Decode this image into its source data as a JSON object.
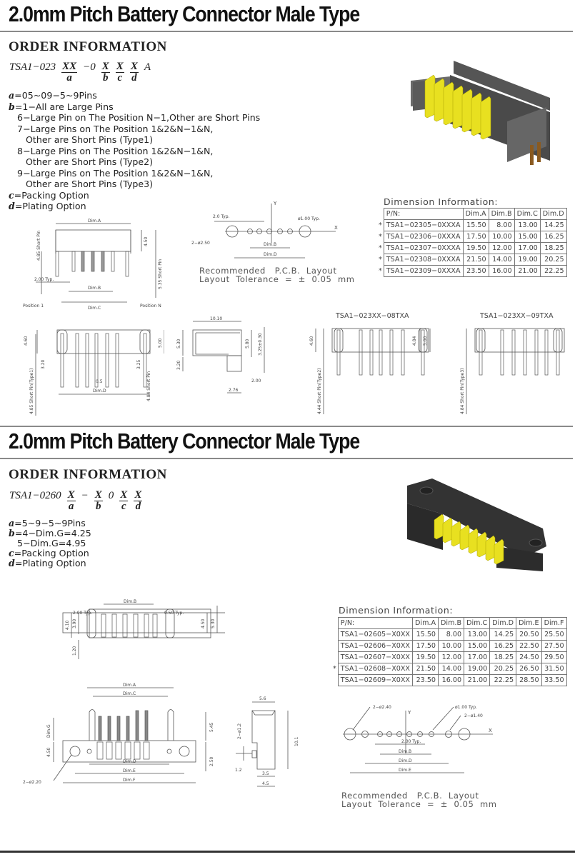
{
  "sections": [
    {
      "title": "2.0mm Pitch Battery Connector Male Type",
      "order_heading": "ORDER INFORMATION",
      "part_number": {
        "prefix": "TSA1−023",
        "parts": [
          {
            "value": "XX",
            "key": "a"
          },
          {
            "sep": "−0"
          },
          {
            "value": "X",
            "key": "b"
          },
          {
            "value": "X",
            "key": "c"
          },
          {
            "value": "X",
            "key": "d"
          },
          {
            "sep": "A"
          }
        ],
        "sep1": "−0",
        "suffix": "A"
      },
      "options": [
        {
          "key": "a",
          "text": "=05~09−5~9Pins"
        },
        {
          "key": "b",
          "text": "=1−All are Large Pins"
        },
        {
          "key": "",
          "text": "   6−Large Pin on The Position N−1,Other are Short Pins"
        },
        {
          "key": "",
          "text": "   7−Large Pins on The Position 1&2&N−1&N,"
        },
        {
          "key": "",
          "text": "      Other are Short Pins (Type1)"
        },
        {
          "key": "",
          "text": "   8−Large Pins on The Position 1&2&N−1&N,"
        },
        {
          "key": "",
          "text": "      Other are Short Pins (Type2)"
        },
        {
          "key": "",
          "text": "   9−Large Pins on The Position 1&2&N−1&N,"
        },
        {
          "key": "",
          "text": "      Other are Short Pins (Type3)"
        },
        {
          "key": "c",
          "text": "=Packing Option"
        },
        {
          "key": "d",
          "text": "=Plating Option"
        }
      ],
      "dimension_info": {
        "title": "Dimension Information:",
        "headers": [
          "P/N:",
          "Dim.A",
          "Dim.B",
          "Dim.C",
          "Dim.D"
        ],
        "rows": [
          {
            "star": "*",
            "cells": [
              "TSA1−02305−0XXXA",
              "15.50",
              "8.00",
              "13.00",
              "14.25"
            ]
          },
          {
            "star": "*",
            "cells": [
              "TSA1−02306−0XXXA",
              "17.50",
              "10.00",
              "15.00",
              "16.25"
            ]
          },
          {
            "star": "*",
            "cells": [
              "TSA1−02307−0XXXA",
              "19.50",
              "12.00",
              "17.00",
              "18.25"
            ]
          },
          {
            "star": "*",
            "cells": [
              "TSA1−02308−0XXXA",
              "21.50",
              "14.00",
              "19.00",
              "20.25"
            ]
          },
          {
            "star": "*",
            "cells": [
              "TSA1−02309−0XXXA",
              "23.50",
              "16.00",
              "21.00",
              "22.25"
            ]
          }
        ]
      },
      "pcb_note": {
        "line1": "Recommended   P.C.B.  Layout",
        "line2": "Layout  Tolerance  =  ±  0.05  mm"
      },
      "drawing_labels": {
        "front": {
          "dim_a": "Dim.A",
          "dim_b": "Dim.B",
          "dim_c": "Dim.C",
          "short_pin_left": "4.85  Short  Pin",
          "h450": "4.50",
          "short_pin_right": "5.35  Short  Pin",
          "pitch": "2.00  Typ.",
          "pos1": "Position  1",
          "posn": "Position  N"
        },
        "pcb": {
          "pitch": "2.0  Typ.",
          "hole": "ø1.00  Typ.",
          "mount": "2−ø2.50",
          "dim_b": "Dim.B",
          "dim_d": "Dim.D",
          "x": "X",
          "y": "Y"
        },
        "type1": {
          "h460": "4.60",
          "h500": "5.00",
          "h320": "3.20",
          "h325": "3.25",
          "w05": "0.5",
          "dim_d": "Dim.D",
          "short_type1": "4.85  Short  Pin(Type1)",
          "short_484": "4.84  Short  Pin"
        },
        "side": {
          "w1010": "10.10",
          "h530": "5.30",
          "h580": "5.80",
          "h325": "3.25±0.30",
          "h320": "3.20",
          "w200": "2.00",
          "w276": "2.76"
        },
        "type2": {
          "title": "TSA1−023XX−08TXA",
          "h460": "4.60",
          "h484": "4.84",
          "h500": "5.00",
          "short": "4.44  Short  Pin(Type2)"
        },
        "type3": {
          "title": "TSA1−023XX−09TXA",
          "short": "4.84  Short  Pin(Type3)"
        }
      }
    },
    {
      "title": "2.0mm Pitch Battery Connector Male Type",
      "order_heading": "ORDER INFORMATION",
      "part_number": {
        "prefix": "TSA1−0260",
        "a": {
          "value": "X",
          "key": "a"
        },
        "sep1": "−",
        "b": {
          "value": "X",
          "key": "b"
        },
        "sep2": "0",
        "c": {
          "value": "X",
          "key": "c"
        },
        "d": {
          "value": "X",
          "key": "d"
        }
      },
      "options": [
        {
          "key": "a",
          "text": "=5~9−5~9Pins"
        },
        {
          "key": "b",
          "text": "=4−Dim.G=4.25"
        },
        {
          "key": "",
          "text": "   5−Dim.G=4.95"
        },
        {
          "key": "c",
          "text": "=Packing Option"
        },
        {
          "key": "d",
          "text": "=Plating Option"
        }
      ],
      "dimension_info": {
        "title": "Dimension Information:",
        "headers": [
          "P/N:",
          "Dim.A",
          "Dim.B",
          "Dim.C",
          "Dim.D",
          "Dim.E",
          "Dim.F"
        ],
        "rows": [
          {
            "star": "",
            "cells": [
              "TSA1−02605−X0XX",
              "15.50",
              "8.00",
              "13.00",
              "14.25",
              "20.50",
              "25.50"
            ]
          },
          {
            "star": "",
            "cells": [
              "TSA1−02606−X0XX",
              "17.50",
              "10.00",
              "15.00",
              "16.25",
              "22.50",
              "27.50"
            ]
          },
          {
            "star": "",
            "cells": [
              "TSA1−02607−X0XX",
              "19.50",
              "12.00",
              "17.00",
              "18.25",
              "24.50",
              "29.50"
            ]
          },
          {
            "star": "*",
            "cells": [
              "TSA1−02608−X0XX",
              "21.50",
              "14.00",
              "19.00",
              "20.25",
              "26.50",
              "31.50"
            ]
          },
          {
            "star": "",
            "cells": [
              "TSA1−02609−X0XX",
              "23.50",
              "16.00",
              "21.00",
              "22.25",
              "28.50",
              "33.50"
            ]
          }
        ]
      },
      "pcb_note": {
        "line1": "Recommended   P.C.B.  Layout",
        "line2": "Layout  Tolerance  =  ±  0.05  mm"
      },
      "drawing_labels": {
        "top": {
          "dim_b": "Dim.B",
          "pitch": "2.00  Typ.",
          "w050": "0.50  Typ.",
          "h410": "4.10",
          "h390": "3.90",
          "h120": "1.20",
          "h450": "4.50",
          "h530": "5.30"
        },
        "front": {
          "dim_a": "Dim.A",
          "dim_c": "Dim.C",
          "dim_d": "Dim.D",
          "dim_e": "Dim.E",
          "dim_f": "Dim.F",
          "dim_g": "Dim.G",
          "h450": "4.50",
          "h545": "5.45",
          "h250": "2.50",
          "hole": "2−ø2.20"
        },
        "side": {
          "w56": "5.6",
          "hole": "2−ø1.2",
          "h101": "10.1",
          "w12": "1.2",
          "w35": "3.5",
          "w45": "4.5"
        },
        "pcb": {
          "mount": "2−ø2.40",
          "hole": "ø1.00  Typ.",
          "hole2": "2−ø1.40",
          "pitch": "2.00  Typ.",
          "dim_b": "Dim.B",
          "dim_d": "Dim.D",
          "dim_e": "Dim.E",
          "x": "X",
          "y": "Y"
        }
      }
    }
  ],
  "colors": {
    "pin_yellow": "#e8e020",
    "housing_dark": "#3a3a3a",
    "rule_gray": "#8a8a8a"
  }
}
